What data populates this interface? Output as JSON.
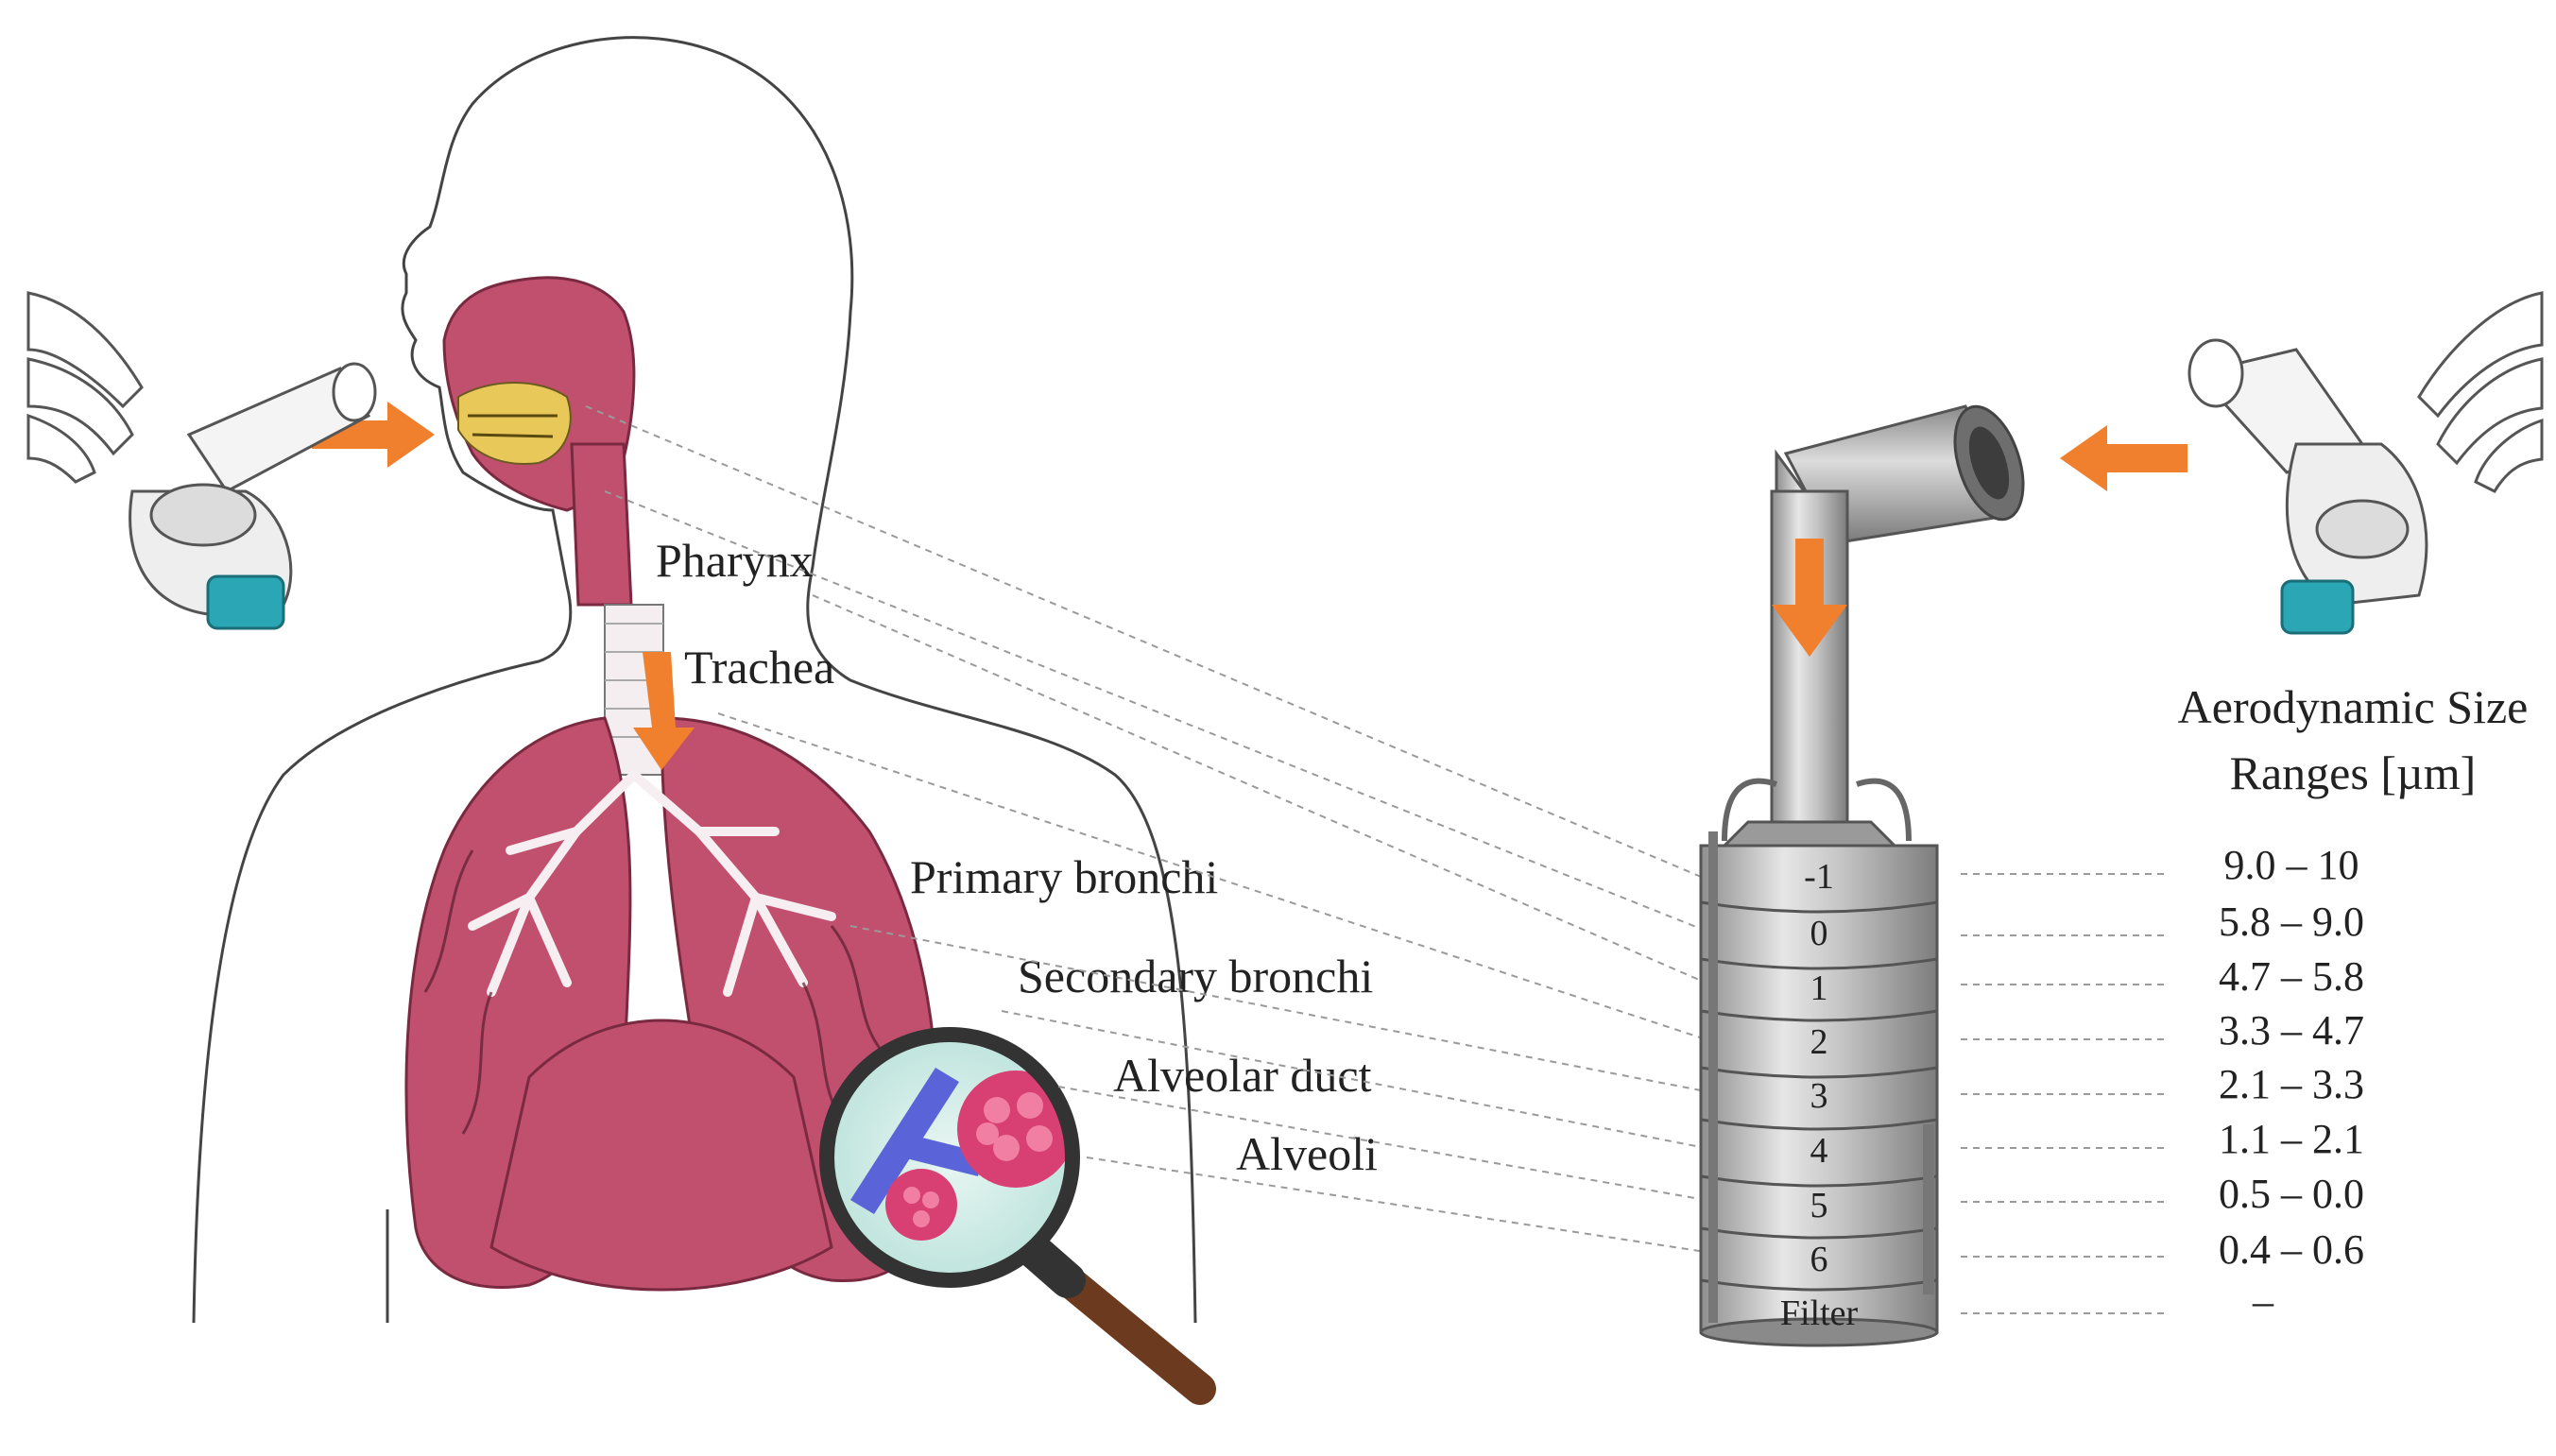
{
  "anatomy_labels": {
    "pharynx": "Pharynx",
    "trachea": "Trachea",
    "primary_bronchi": "Primary bronchi",
    "secondary_bronchi": "Secondary bronchi",
    "alveolar_duct": "Alveolar duct",
    "alveoli": "Alveoli"
  },
  "size_header": {
    "line1": "Aerodynamic Size",
    "line2": "Ranges [µm]"
  },
  "stages": [
    {
      "label": "-1",
      "range": "9.0 – 10"
    },
    {
      "label": "0",
      "range": "5.8 – 9.0"
    },
    {
      "label": "1",
      "range": "4.7 – 5.8"
    },
    {
      "label": "2",
      "range": "3.3 – 4.7"
    },
    {
      "label": "3",
      "range": "2.1 – 3.3"
    },
    {
      "label": "4",
      "range": "1.1 – 2.1"
    },
    {
      "label": "5",
      "range": "0.5 – 0.0"
    },
    {
      "label": "6",
      "range": "0.4 – 0.6"
    },
    {
      "label": "Filter",
      "range": "–"
    }
  ],
  "colors": {
    "lung": "#c1506f",
    "lung_dark": "#8e2f4b",
    "arrow": "#f07f2e",
    "metal": "#b8b8b8",
    "inhaler_teal": "#2aa6b5",
    "alveoli": "#d83f72",
    "duct": "#5a64d8"
  },
  "icons": [
    "inhaler-icon",
    "hand-icon",
    "arrow-icon",
    "magnifier-icon",
    "impactor-icon"
  ]
}
